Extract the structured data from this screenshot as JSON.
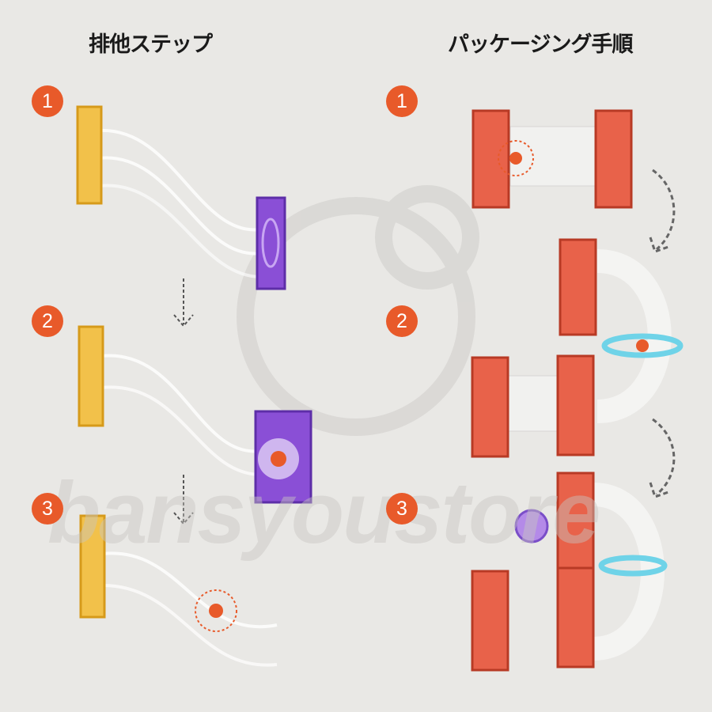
{
  "left_column": {
    "title": "排他ステップ",
    "steps": [
      "1",
      "2",
      "3"
    ]
  },
  "right_column": {
    "title": "パッケージング手順",
    "steps": [
      "1",
      "2",
      "3"
    ]
  },
  "watermark": "bansyoustore",
  "colors": {
    "background": "#e9e8e5",
    "step_badge": "#e85a2a",
    "yellow_panel": "#f2c14a",
    "purple_panel": "#8a4fd6",
    "red_panel": "#e8624a",
    "cyan_ring": "#6fd3e8"
  }
}
